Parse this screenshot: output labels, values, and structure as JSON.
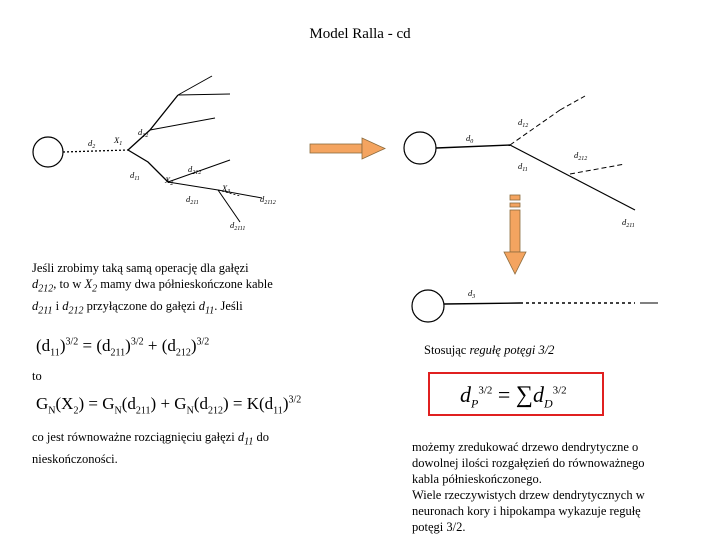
{
  "title": "Model Ralla - cd",
  "diagram_left": {
    "labels": {
      "d2": "d",
      "d2_sub": "2",
      "x1": "X",
      "x1_sub": "1",
      "d12": "d",
      "d12_sub": "12",
      "d11": "d",
      "d11_sub": "11",
      "x2": "X",
      "x2_sub": "2",
      "d212": "d",
      "d212_sub": "212",
      "x3": "X",
      "x3_sub": "3",
      "d211": "d",
      "d211_sub": "211",
      "d2112": "d",
      "d2112_sub": "2112",
      "d2111": "d",
      "d2111_sub": "2111"
    }
  },
  "diagram_right": {
    "labels": {
      "d0": "d",
      "d0_sub": "0",
      "d12": "d",
      "d12_sub": "12",
      "d212": "d",
      "d212_sub": "212",
      "d11": "d",
      "d11_sub": "11",
      "d211": "d",
      "d211_sub": "211",
      "d3": "d",
      "d3_sub": "3"
    }
  },
  "para1": {
    "line1": "Jeśli zrobimy taką samą operację dla  gałęzi",
    "line2_pre": "d",
    "line2_sub": "212",
    "line2_mid": ", to w ",
    "line2_x": "X",
    "line2_xsub": "2",
    "line2_post": " mamy dwa półnieskończone kable",
    "line3_a": "d",
    "line3_asub": "211",
    "line3_mid": " i ",
    "line3_b": "d",
    "line3_bsub": "212",
    "line3_post": " przyłączone do gałęzi ",
    "line3_c": "d",
    "line3_csub": "11",
    "line3_end": ". Jeśli"
  },
  "eq1": {
    "lhs": "(d",
    "lhs_sub": "11",
    "lhs_close": ")",
    "exp": "3/2",
    "eq": " = (d",
    "t1_sub": "211",
    "t1_close": ")",
    "plus": " + (d",
    "t2_sub": "212",
    "t2_close": ")"
  },
  "to_word": "to",
  "eq2": {
    "text_a": "G",
    "sub_n": "N",
    "text_b": "(X",
    "sub_2": "2",
    "text_c": ") = G",
    "text_d": "(d",
    "sub_211": "211",
    "text_e": ") + G",
    "sub_212": "212",
    "text_f": ") = K(d",
    "sub_11": "11",
    "text_g": ")",
    "exp": "3/2"
  },
  "para2": {
    "line1_pre": "co jest równoważne rozciągnięciu gałęzi ",
    "line1_d": "d",
    "line1_sub": "11",
    "line1_post": " do",
    "line2": "nieskończoności."
  },
  "stosujac": {
    "pre": "Stosując ",
    "italic": "regułę potęgi 3/2"
  },
  "boxed_eq": {
    "dp": "d",
    "dp_sub": "P",
    "exp1": "3/2",
    "eq": " = ",
    "sum": "∑",
    "dd": "d",
    "dd_sub": "D",
    "exp2": "3/2",
    "border_color": "#e02020"
  },
  "para3": {
    "lines": [
      "możemy zredukować drzewo dendrytyczne o",
      "dowolnej ilości rozgałęzień do równoważnego",
      "kabla półnieskończonego.",
      "Wiele rzeczywistych drzew dendrytycznych w",
      "neuronach kory i hipokampa wykazuje regułę",
      "potęgi 3/2."
    ]
  },
  "arrow_color": "#f4a460"
}
